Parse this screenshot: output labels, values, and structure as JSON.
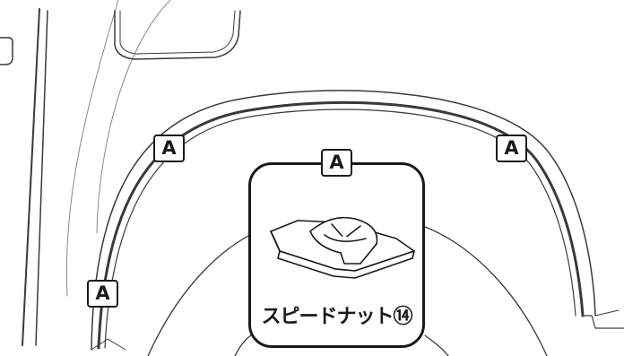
{
  "markers": [
    "A",
    "A",
    "A",
    "A"
  ],
  "callout_marker": "A",
  "part_label": "スピードナット⑭",
  "line_color": "#1a1a1a",
  "background": "#ffffff"
}
